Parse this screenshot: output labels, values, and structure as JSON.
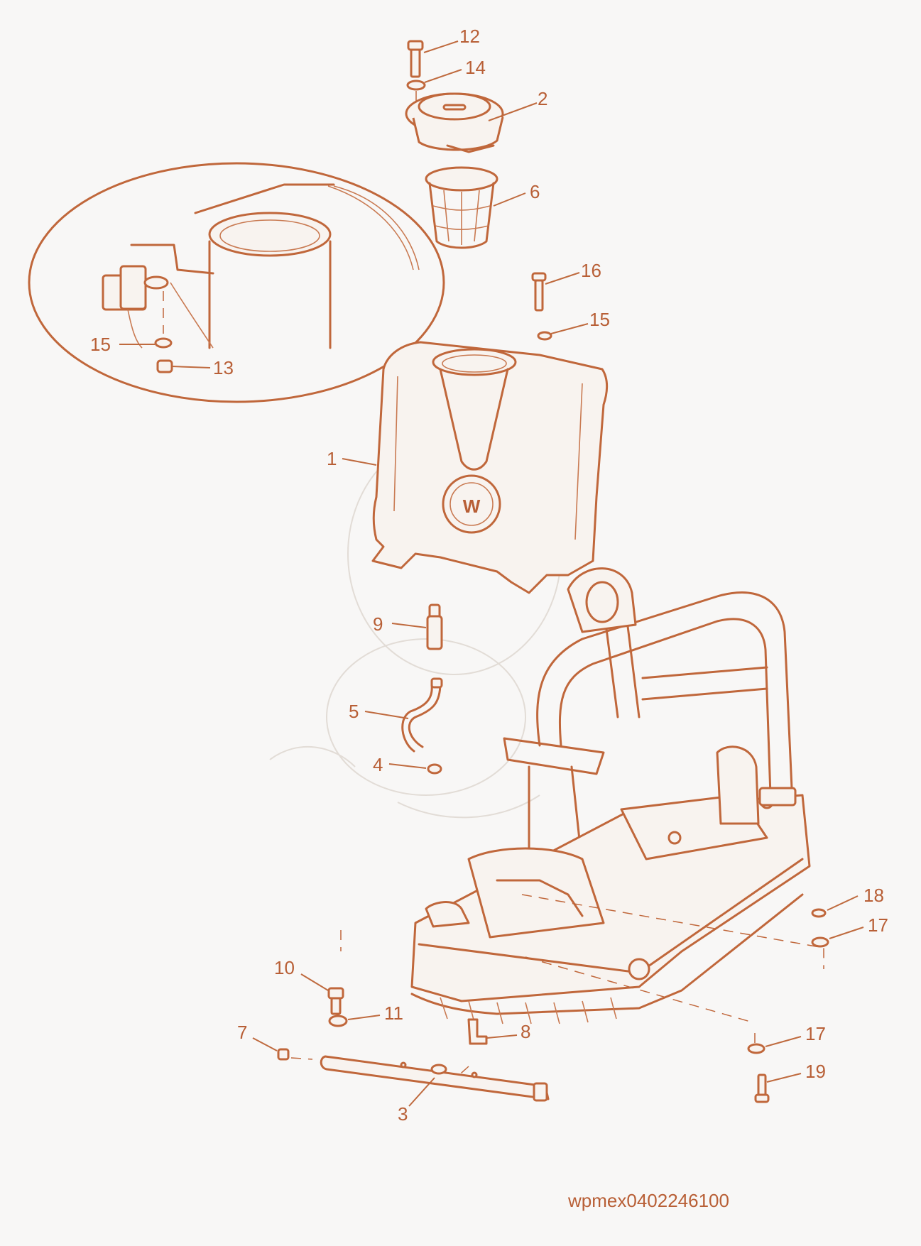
{
  "drawing_code": "wpmex0402246100",
  "callouts": [
    {
      "id": "c12",
      "text": "12"
    },
    {
      "id": "c14",
      "text": "14"
    },
    {
      "id": "c2",
      "text": "2"
    },
    {
      "id": "c6",
      "text": "6"
    },
    {
      "id": "c16",
      "text": "16"
    },
    {
      "id": "c15a",
      "text": "15"
    },
    {
      "id": "c15b",
      "text": "15"
    },
    {
      "id": "c13",
      "text": "13"
    },
    {
      "id": "c1",
      "text": "1"
    },
    {
      "id": "c9",
      "text": "9"
    },
    {
      "id": "c5",
      "text": "5"
    },
    {
      "id": "c4",
      "text": "4"
    },
    {
      "id": "c18",
      "text": "18"
    },
    {
      "id": "c17a",
      "text": "17"
    },
    {
      "id": "c10",
      "text": "10"
    },
    {
      "id": "c11",
      "text": "11"
    },
    {
      "id": "c7",
      "text": "7"
    },
    {
      "id": "c8",
      "text": "8"
    },
    {
      "id": "c17b",
      "text": "17"
    },
    {
      "id": "c19",
      "text": "19"
    },
    {
      "id": "c3",
      "text": "3"
    }
  ],
  "logo_mark": "W",
  "colors": {
    "line": "#c0673b",
    "label": "#b85f36",
    "background": "#f8f7f6"
  }
}
